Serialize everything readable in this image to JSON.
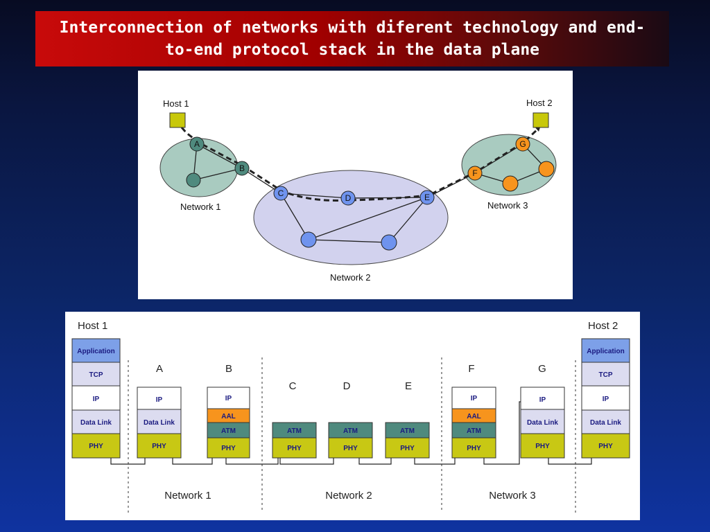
{
  "slide": {
    "title": "Interconnection of networks with diferent technology and end-to-end protocol stack in the data plane"
  },
  "topology": {
    "host1": "Host 1",
    "host2": "Host 2",
    "network1": "Network 1",
    "network2": "Network 2",
    "network3": "Network 3",
    "nodes": {
      "A": "A",
      "B": "B",
      "C": "C",
      "D": "D",
      "E": "E",
      "F": "F",
      "G": "G"
    },
    "colors": {
      "host": "#c8c80a",
      "net1_cloud": "#a9cbc0",
      "net1_node": "#4f8a7e",
      "net2_cloud": "#d2d2ee",
      "net2_node": "#6f93ee",
      "net3_cloud": "#a9cbc0",
      "net3_node": "#f7941d"
    }
  },
  "stack": {
    "host1": "Host 1",
    "host2": "Host 2",
    "nodes": {
      "A": "A",
      "B": "B",
      "C": "C",
      "D": "D",
      "E": "E",
      "F": "F",
      "G": "G"
    },
    "layers": {
      "application": "Application",
      "tcp": "TCP",
      "ip": "IP",
      "datalink": "Data Link",
      "phy": "PHY",
      "aal": "AAL",
      "atm": "ATM"
    },
    "network1": "Network 1",
    "network2": "Network 2",
    "network3": "Network 3",
    "colors": {
      "application": "#7da0e8",
      "tcp": "#dcdcf0",
      "ip": "#ffffff",
      "datalink": "#dcdcf0",
      "phy": "#c8c814",
      "aal": "#f7941d",
      "atm": "#4f8a7e",
      "text": "#1a1a80"
    }
  }
}
